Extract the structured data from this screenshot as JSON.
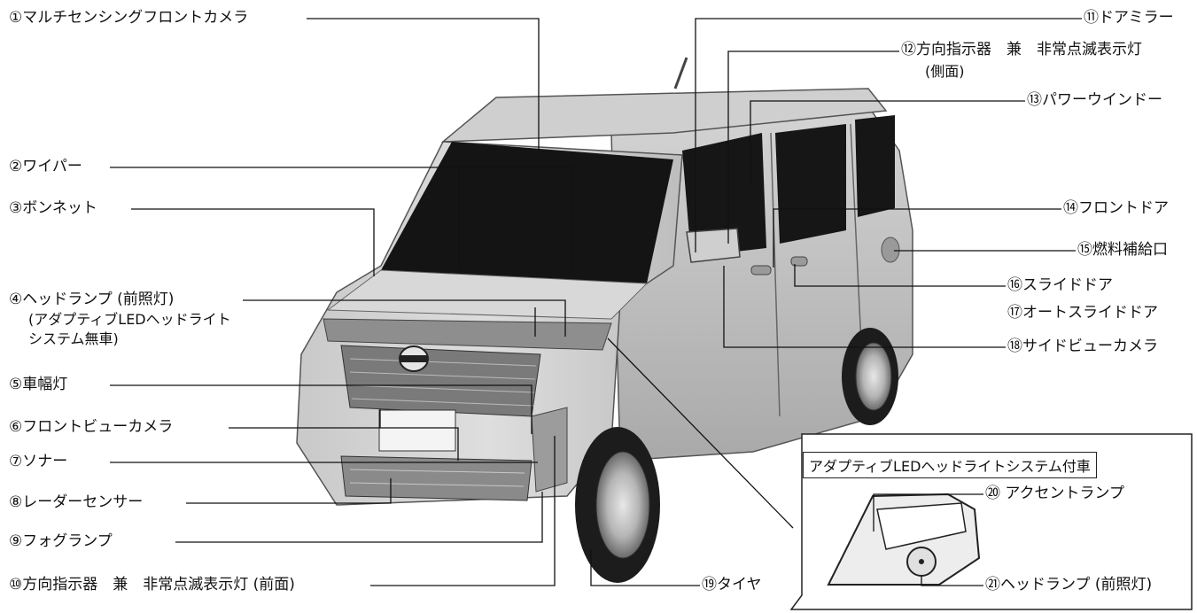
{
  "labels": {
    "l1": "①マルチセンシングフロントカメラ",
    "l2": "②ワイパー",
    "l3": "③ボンネット",
    "l4a": "④ヘッドランプ (前照灯)",
    "l4b": "(アダプティブLEDヘッドライト",
    "l4c": "システム無車)",
    "l5": "⑤車幅灯",
    "l6": "⑥フロントビューカメラ",
    "l7": "⑦ソナー",
    "l8": "⑧レーダーセンサー",
    "l9": "⑨フォグランプ",
    "l10": "⑩方向指示器　兼　非常点滅表示灯 (前面)",
    "l11": "⑪ドアミラー",
    "l12a": "⑫方向指示器　兼　非常点滅表示灯",
    "l12b": "(側面)",
    "l13": "⑬パワーウインドー",
    "l14": "⑭フロントドア",
    "l15": "⑮燃料補給口",
    "l16": "⑯スライドドア",
    "l17": "⑰オートスライドドア",
    "l18": "⑱サイドビューカメラ",
    "l19": "⑲タイヤ",
    "l20": "⑳ アクセントランプ",
    "l21": "㉑ヘッドランプ (前照灯)"
  },
  "inset": {
    "title": "アダプティブLEDヘッドライトシステム付車"
  }
}
